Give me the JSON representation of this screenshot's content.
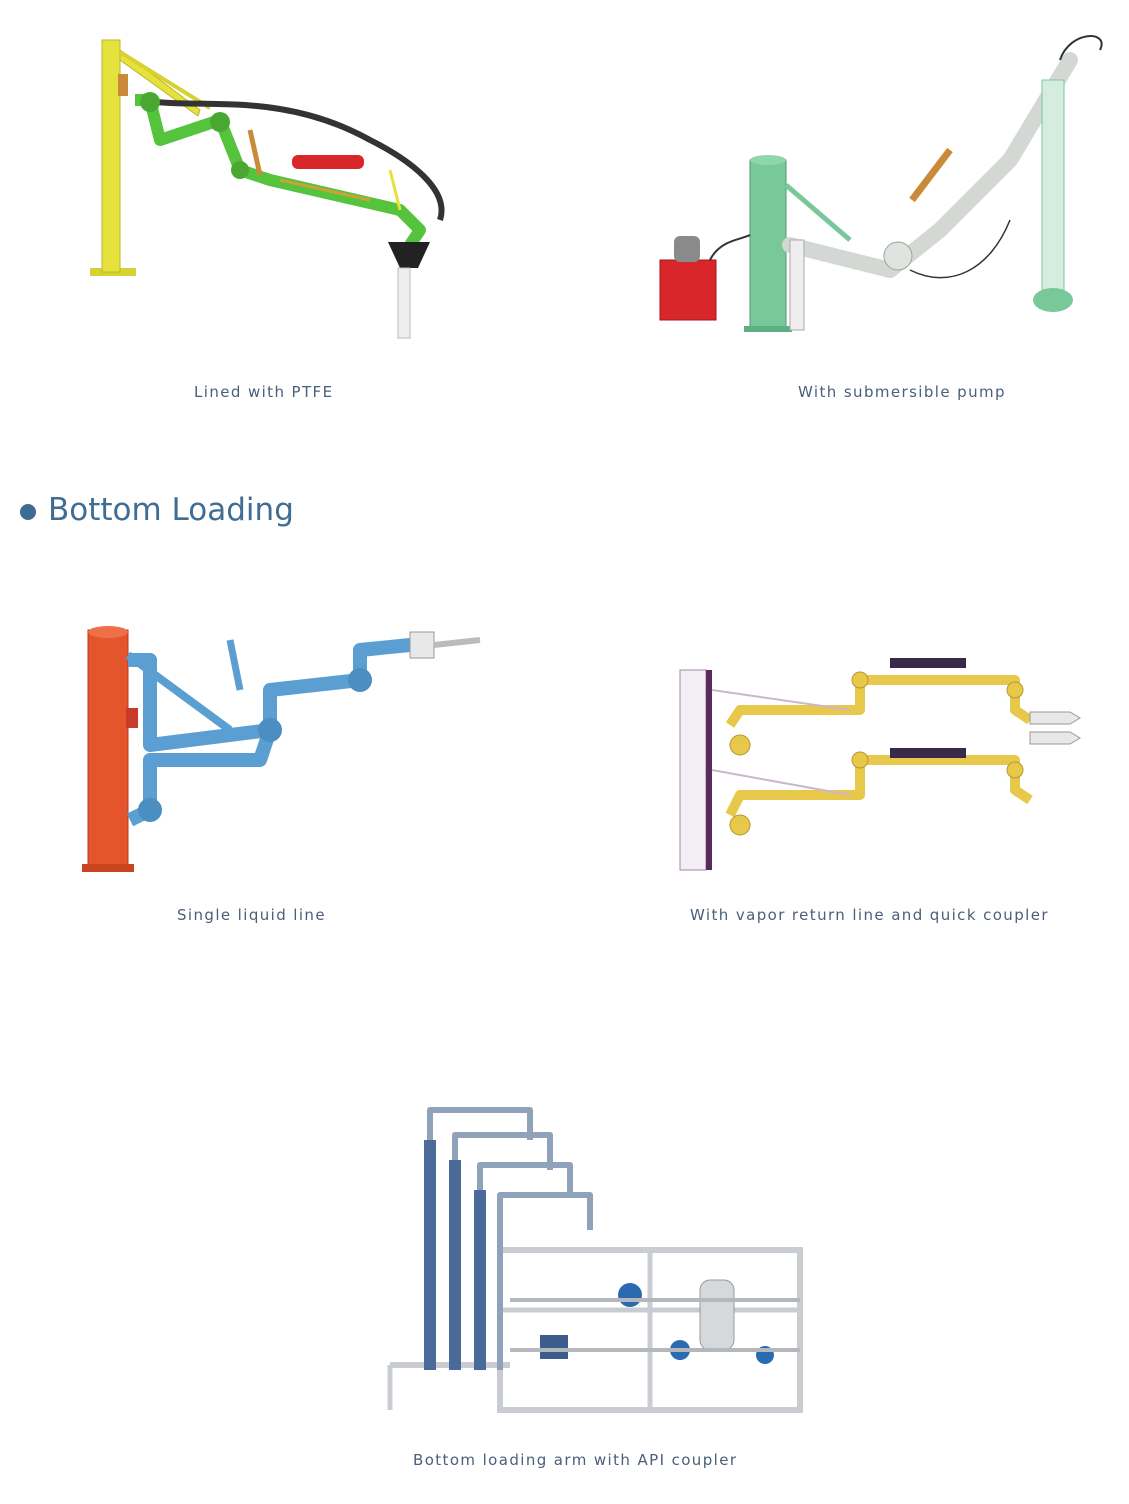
{
  "figures": {
    "ptfe": {
      "caption": "Lined with PTFE"
    },
    "submersible": {
      "caption": "With submersible pump"
    },
    "single_liquid": {
      "caption": "Single liquid line"
    },
    "vapor_return": {
      "caption": "With vapor return line and quick coupler"
    },
    "api_coupler": {
      "caption": "Bottom loading arm with API coupler"
    }
  },
  "section": {
    "title": "Bottom Loading"
  },
  "colors": {
    "heading": "#3f6d94",
    "caption": "#4a5f7a",
    "ptfe_column": "#e6e23c",
    "ptfe_arm": "#56c33c",
    "pump_column": "#78c89a",
    "pump_motor": "#d8262a",
    "single_column": "#e4552b",
    "single_arm": "#5b9fd2",
    "vapor_arm": "#e8c84a",
    "api_frame": "#c9ccd0",
    "api_hose": "#4a6a9a"
  }
}
